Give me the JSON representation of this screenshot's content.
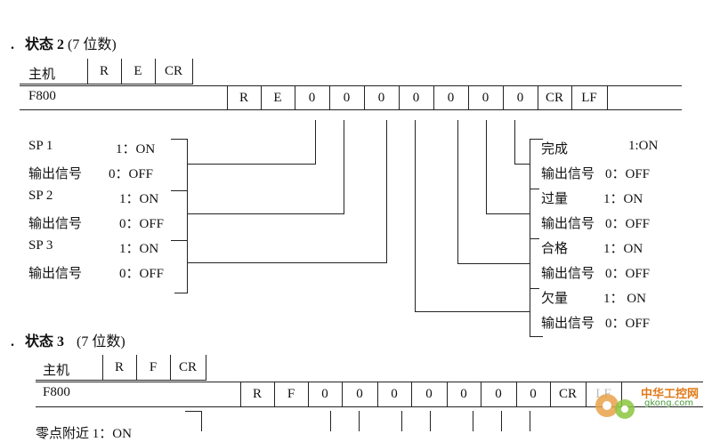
{
  "section2": {
    "bullet": ".",
    "title": "状态 2",
    "digits": "(7 位数)",
    "host_label": "主机",
    "host_cells": [
      "R",
      "E",
      "CR"
    ],
    "device_label": "F800",
    "device_cells": [
      "R",
      "E",
      "0",
      "0",
      "0",
      "0",
      "0",
      "0",
      "0",
      "CR",
      "LF"
    ],
    "left_items": [
      {
        "name": "SP 1",
        "value": "1：ON",
        "sub": "输出信号",
        "sub_value": "0：OFF"
      },
      {
        "name": "SP 2",
        "value": "1：ON",
        "sub": "输出信号",
        "sub_value": "0：OFF"
      },
      {
        "name": "SP 3",
        "value": "1：ON",
        "sub": "输出信号",
        "sub_value": "0：OFF"
      }
    ],
    "right_items": [
      {
        "name": "完成",
        "value": "1:ON",
        "sub": "输出信号",
        "sub_value": "0：OFF"
      },
      {
        "name": "过量",
        "value": "1：ON",
        "sub": "输出信号",
        "sub_value": "0：OFF"
      },
      {
        "name": "合格",
        "value": "1：ON",
        "sub": "输出信号",
        "sub_value": "0：OFF"
      },
      {
        "name": "欠量",
        "value": "1：  ON",
        "sub": "输出信号",
        "sub_value": "0：OFF"
      }
    ]
  },
  "section3": {
    "bullet": ".",
    "title": "状态 3",
    "digits": "(7 位数)",
    "host_label": "主机",
    "host_cells": [
      "R",
      "F",
      "CR"
    ],
    "device_label": "F800",
    "device_cells": [
      "R",
      "F",
      "0",
      "0",
      "0",
      "0",
      "0",
      "0",
      "0",
      "CR",
      "LF"
    ],
    "partial_item": "零点附近  1：ON"
  },
  "watermark": {
    "brand": "中华工控网",
    "url": "gkong.com",
    "colors": {
      "orange": "#e07a1a",
      "green": "#4a9a3a"
    }
  }
}
